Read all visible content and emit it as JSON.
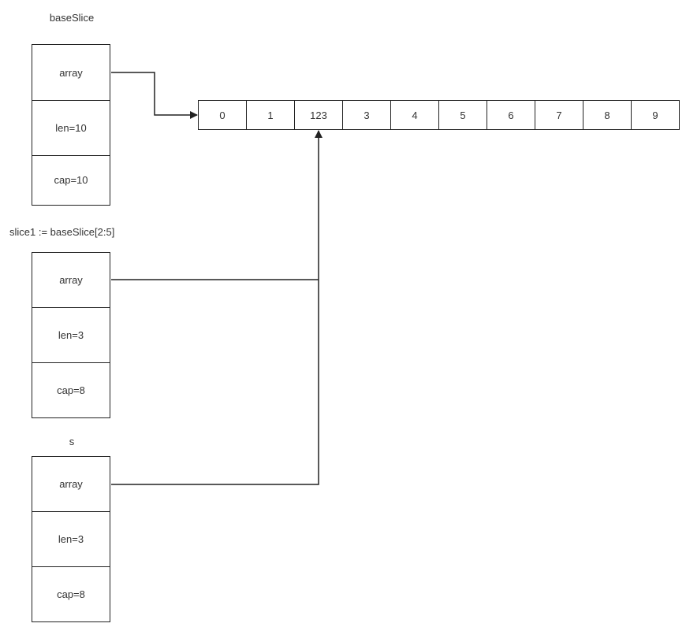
{
  "structs": [
    {
      "title": "baseSlice",
      "fields": [
        "array",
        "len=10",
        "cap=10"
      ]
    },
    {
      "title": "slice1 := baseSlice[2:5]",
      "fields": [
        "array",
        "len=3",
        "cap=8"
      ]
    },
    {
      "title": "s",
      "fields": [
        "array",
        "len=3",
        "cap=8"
      ]
    }
  ],
  "array": {
    "cells": [
      "0",
      "1",
      "123",
      "3",
      "4",
      "5",
      "6",
      "7",
      "8",
      "9"
    ]
  },
  "colors": {
    "line": "#222222",
    "text": "#333333",
    "background": "#ffffff"
  }
}
